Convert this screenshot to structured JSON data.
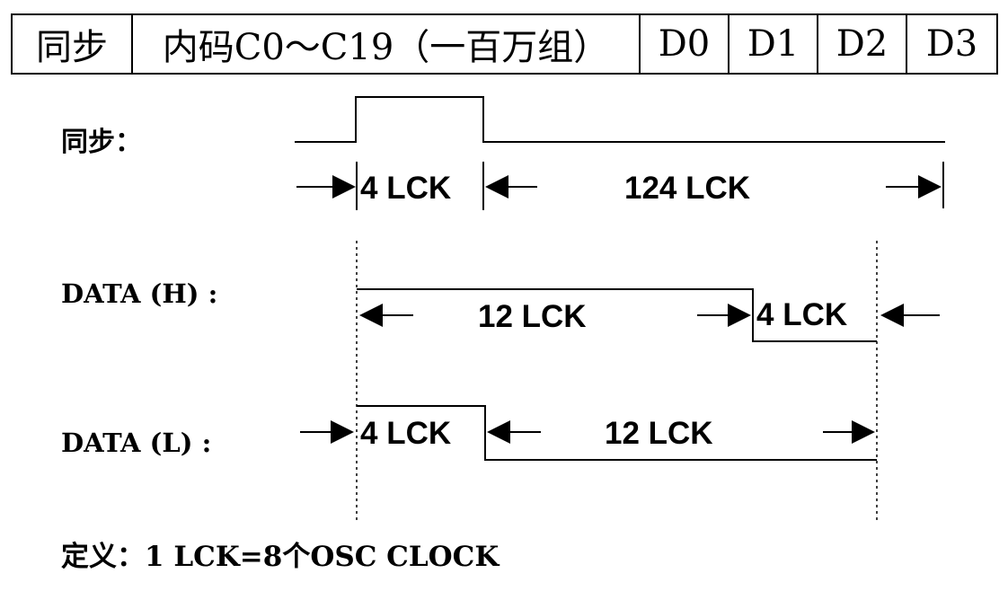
{
  "frame": {
    "cells": [
      {
        "label": "同步"
      },
      {
        "label": "内码C0～C19（一百万组）"
      },
      {
        "label": "D0"
      },
      {
        "label": "D1"
      },
      {
        "label": "D2"
      },
      {
        "label": "D3"
      }
    ]
  },
  "signals": {
    "sync": "同步：",
    "data_h": "DATA (H) :",
    "data_l": "DATA (L) :"
  },
  "measurements": {
    "sync_high": "4 LCK",
    "sync_low": "124 LCK",
    "h_high": "12 LCK",
    "h_low": "4 LCK",
    "l_high": "4 LCK",
    "l_low": "12 LCK"
  },
  "definition": "定义：1 LCK=8个OSC CLOCK"
}
